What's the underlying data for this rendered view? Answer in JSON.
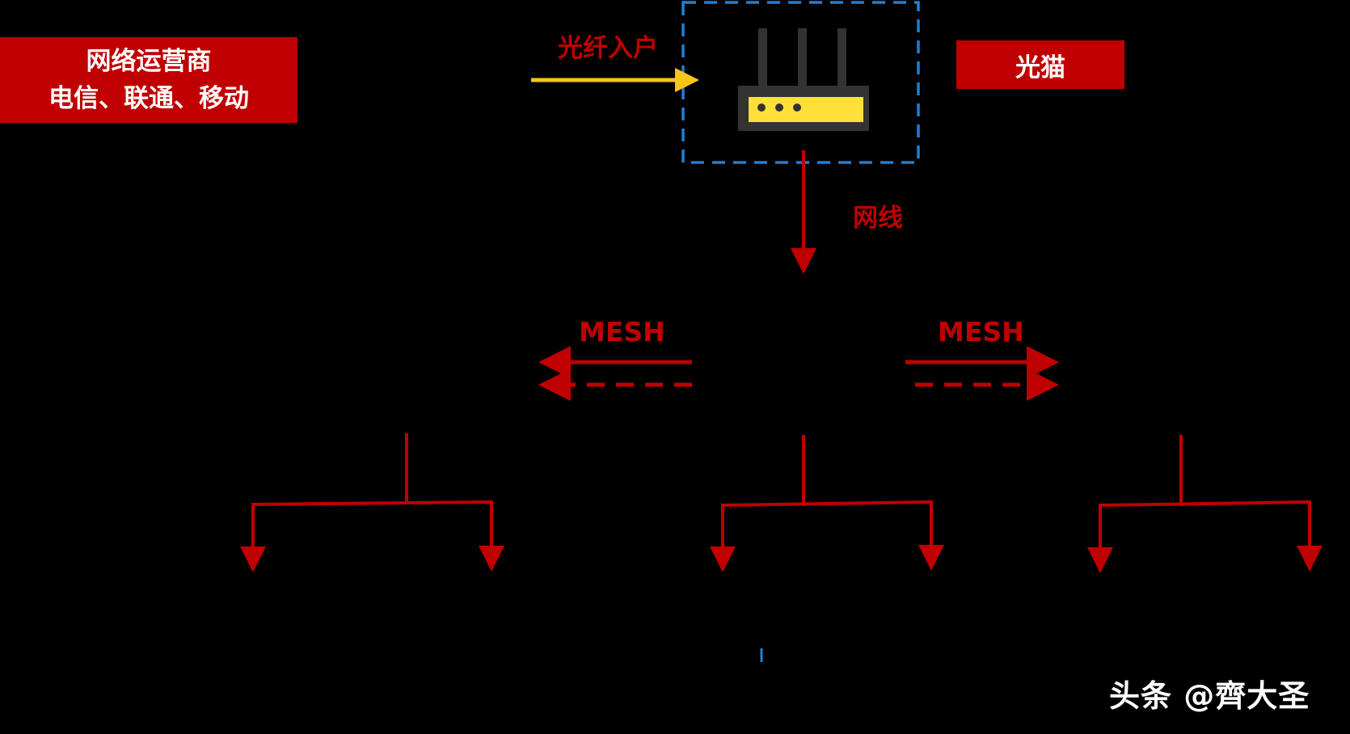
{
  "isp": {
    "title": "网络运营商",
    "carriers": "电信、联通、移动"
  },
  "fiber_label": "光纤入户",
  "modem_label": "光猫",
  "cable_label": "网线",
  "mesh_left_label": "MESH",
  "mesh_right_label": "MESH",
  "watermark": "头条 @齊大圣",
  "colors": {
    "background": "#000000",
    "accent_red": "#c00000",
    "fiber_yellow": "#f5c518",
    "modem_dashed_border": "#1f7fd6",
    "modem_body_yellow": "#ffe03a",
    "modem_outline": "#333333"
  },
  "icons": {
    "modem": "router-modem-icon"
  }
}
